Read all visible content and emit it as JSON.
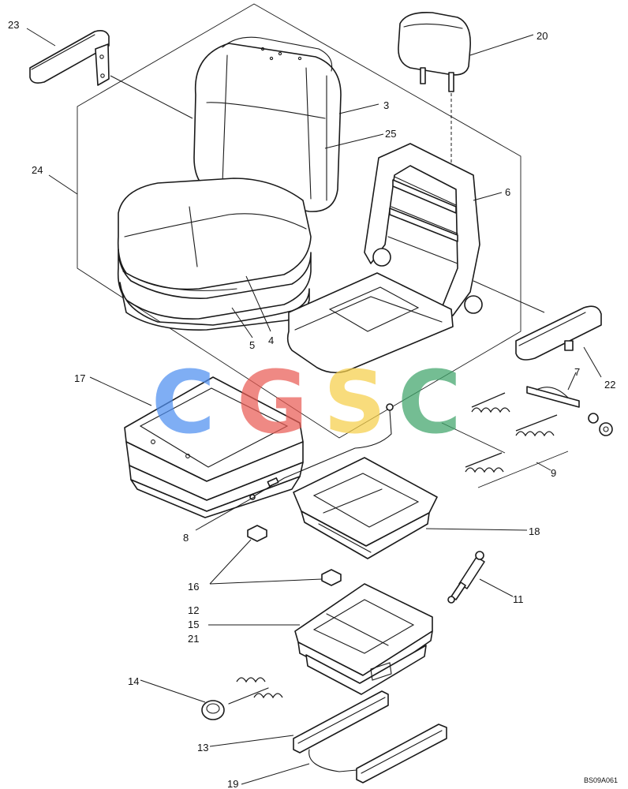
{
  "callouts": [
    {
      "id": "23",
      "text": "23"
    },
    {
      "id": "20",
      "text": "20"
    },
    {
      "id": "3",
      "text": "3"
    },
    {
      "id": "25",
      "text": "25"
    },
    {
      "id": "24",
      "text": "24"
    },
    {
      "id": "6",
      "text": "6"
    },
    {
      "id": "4",
      "text": "4"
    },
    {
      "id": "5",
      "text": "5"
    },
    {
      "id": "22",
      "text": "22"
    },
    {
      "id": "17",
      "text": "17"
    },
    {
      "id": "7",
      "text": "7"
    },
    {
      "id": "9",
      "text": "9"
    },
    {
      "id": "8",
      "text": "8"
    },
    {
      "id": "18",
      "text": "18"
    },
    {
      "id": "16",
      "text": "16"
    },
    {
      "id": "11",
      "text": "11"
    },
    {
      "id": "12",
      "text": "12"
    },
    {
      "id": "15",
      "text": "15"
    },
    {
      "id": "21",
      "text": "21"
    },
    {
      "id": "14",
      "text": "14"
    },
    {
      "id": "13",
      "text": "13"
    },
    {
      "id": "19",
      "text": "19"
    }
  ],
  "drawing_code": "BS09A061",
  "watermark": {
    "letters": [
      "C",
      "G",
      "S",
      "C"
    ],
    "colors": [
      "#4f8ff0",
      "#ea5d55",
      "#f6cf4a",
      "#3fa56a"
    ]
  }
}
